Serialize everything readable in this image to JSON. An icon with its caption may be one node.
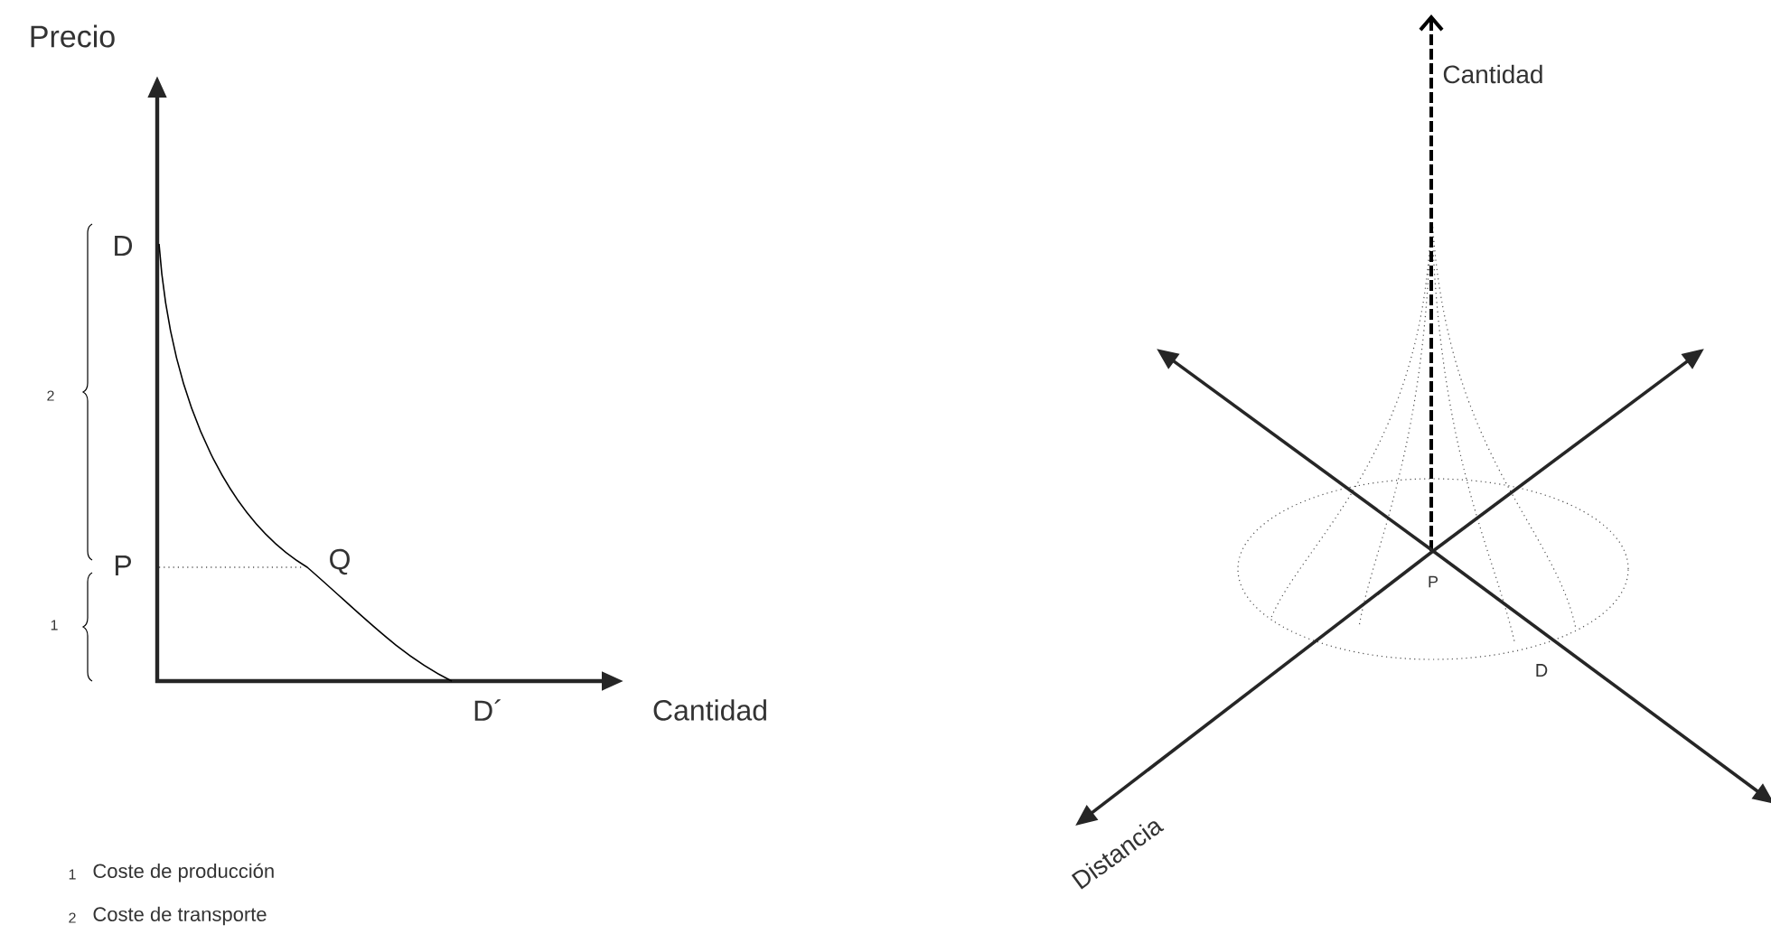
{
  "diagram": {
    "labels": [
      "Precio",
      "D",
      "2",
      "P",
      "Q",
      "1",
      "D´",
      "Cantidad",
      "1",
      "Coste de producción",
      "2",
      "Coste de transporte",
      "Cantidad",
      "P",
      "D",
      "Distancia"
    ]
  }
}
